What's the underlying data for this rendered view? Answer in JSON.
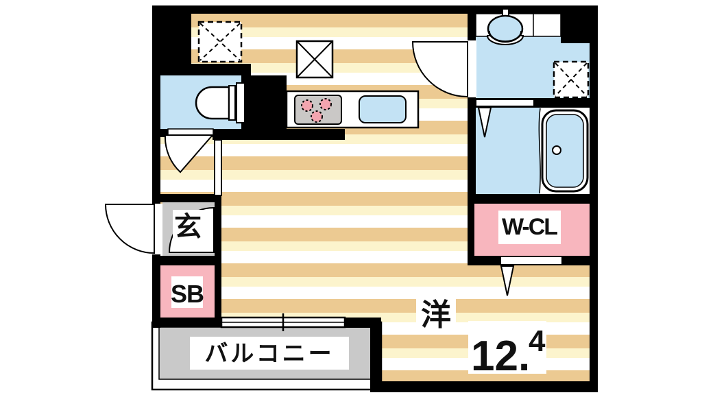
{
  "plan": {
    "labels": {
      "walk_in_closet": "W-CL",
      "entrance": "玄",
      "shoe_box": "SB",
      "balcony": "バルコニー",
      "room_type": "洋",
      "room_size": "12.4",
      "room_size_main": "12.",
      "room_size_sup": "4"
    },
    "colors": {
      "stripe_tan": "#ecca92",
      "stripe_cream": "#fcf4cd",
      "stripe_white": "#ffffff",
      "water_blue": "#c3e2f4",
      "closet_pink": "#f8b6be",
      "floor_gray": "#c9c9c9",
      "stove_gray": "#cac8c6",
      "burner_pink": "#f3a5af",
      "wall_black": "#000000"
    }
  }
}
